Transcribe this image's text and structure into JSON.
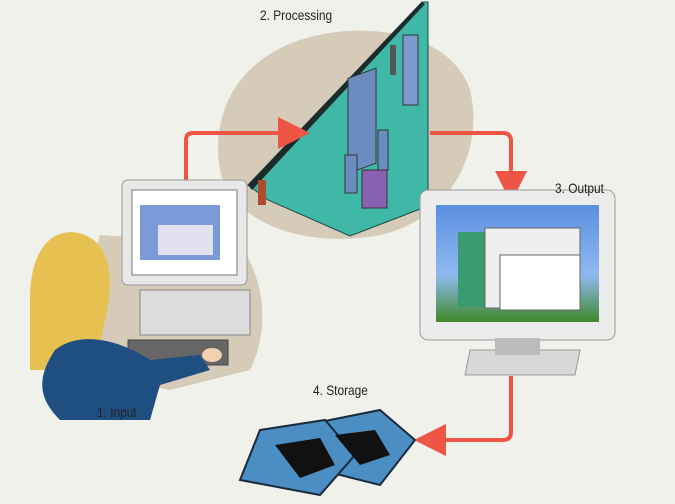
{
  "labels": {
    "input": "1. Input",
    "processing": "2. Processing",
    "output": "3. Output",
    "storage": "4. Storage"
  },
  "colors": {
    "background": "#f1f1ec",
    "arrow": "#ee5544",
    "board": "#3fb8a8",
    "blob": "#d6cab8",
    "storage": "#4a8ec4"
  }
}
